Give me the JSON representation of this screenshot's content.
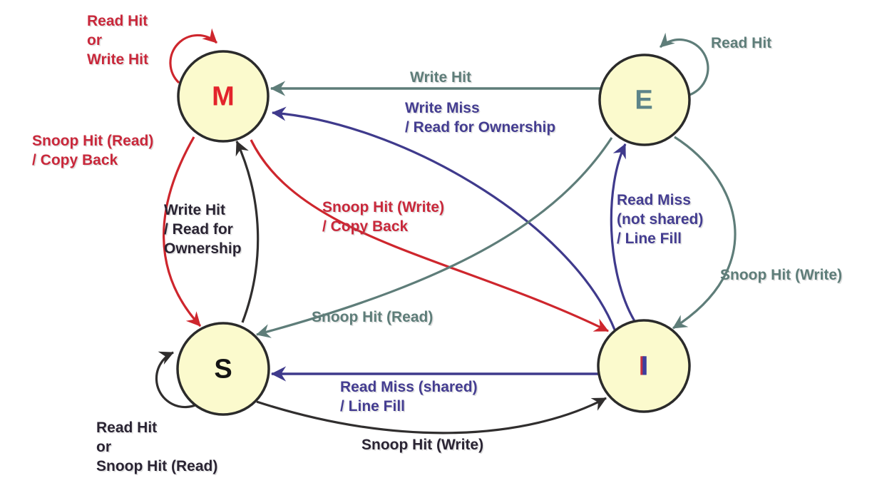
{
  "colors": {
    "node_fill": "#FBFACD",
    "node_border": "#2B2B2B",
    "red": "#CE262D",
    "gray": "#5E7D79",
    "purple": "#3F3A8C",
    "black": "#302E2E",
    "m_letter": "#E3232B",
    "e_letter": "#5C8489",
    "s_letter": "#141414",
    "i_letter": "#3C3E9E"
  },
  "states": {
    "m": {
      "label": "M"
    },
    "e": {
      "label": "E"
    },
    "s": {
      "label": "S"
    },
    "i": {
      "label": "I"
    }
  },
  "transitions": {
    "m_self": {
      "from": "M",
      "to": "M",
      "color": "red",
      "lines": [
        "Read Hit",
        "or",
        "Write Hit"
      ]
    },
    "e_self": {
      "from": "E",
      "to": "E",
      "color": "gray",
      "lines": [
        "Read Hit"
      ]
    },
    "s_self": {
      "from": "S",
      "to": "S",
      "color": "black",
      "lines": [
        "Read Hit",
        "or",
        "Snoop Hit (Read)"
      ]
    },
    "e_to_m": {
      "from": "E",
      "to": "M",
      "color": "gray",
      "lines": [
        "Write Hit"
      ]
    },
    "i_to_m": {
      "from": "I",
      "to": "M",
      "color": "purple",
      "lines": [
        "Write Miss",
        "/ Read for Ownership"
      ]
    },
    "s_to_m": {
      "from": "S",
      "to": "M",
      "color": "black",
      "lines": [
        "Write Hit",
        "/ Read for",
        "Ownership"
      ]
    },
    "m_to_s": {
      "from": "M",
      "to": "S",
      "color": "red",
      "lines": [
        "Snoop Hit (Read)",
        "/ Copy Back"
      ]
    },
    "m_to_i": {
      "from": "M",
      "to": "I",
      "color": "red",
      "lines": [
        "Snoop Hit (Write)",
        "/ Copy Back"
      ]
    },
    "i_to_e": {
      "from": "I",
      "to": "E",
      "color": "purple",
      "lines": [
        "Read Miss",
        "(not shared)",
        "/ Line Fill"
      ]
    },
    "e_to_i": {
      "from": "E",
      "to": "I",
      "color": "gray",
      "lines": [
        "Snoop Hit (Write)"
      ]
    },
    "e_to_s": {
      "from": "E",
      "to": "S",
      "color": "gray",
      "lines": [
        "Snoop Hit (Read)"
      ]
    },
    "i_to_s": {
      "from": "I",
      "to": "S",
      "color": "purple",
      "lines": [
        "Read Miss (shared)",
        "/ Line Fill"
      ]
    },
    "s_to_i": {
      "from": "S",
      "to": "I",
      "color": "black",
      "lines": [
        "Snoop Hit (Write)"
      ]
    }
  }
}
